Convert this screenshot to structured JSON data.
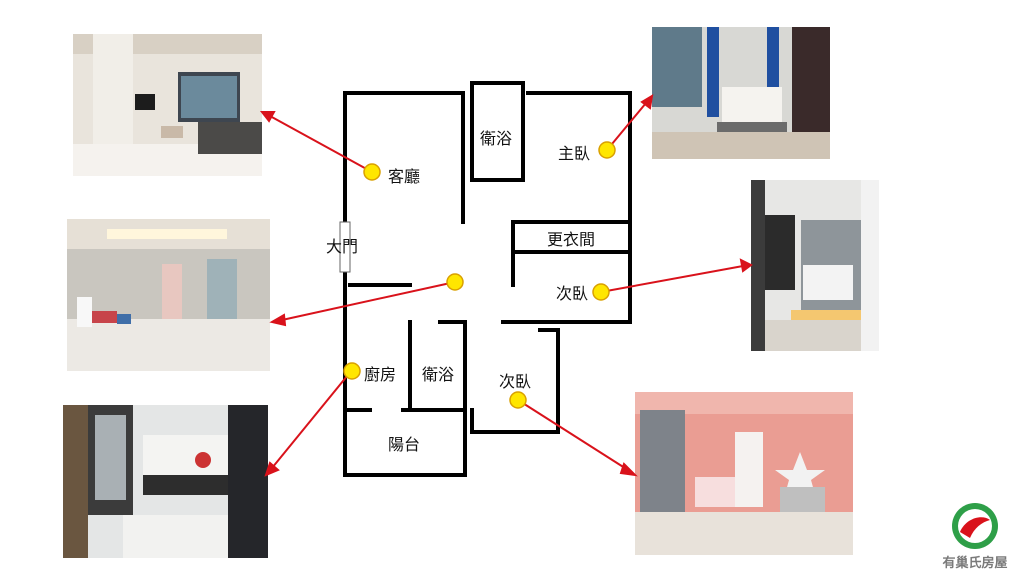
{
  "rooms": {
    "living_room": "客廳",
    "bath_top": "衛浴",
    "master_bedroom": "主臥",
    "main_door": "大門",
    "walk_in_closet": "更衣間",
    "bedroom_2": "次臥",
    "kitchen": "廚房",
    "bath_bottom": "衛浴",
    "bedroom_3": "次臥",
    "balcony": "陽台"
  },
  "logo": {
    "brand": "有巢氏房屋"
  },
  "colors": {
    "arrow": "#d9121b",
    "marker_fill": "#ffe600",
    "marker_stroke": "#d9a000",
    "wall": "#000000"
  }
}
